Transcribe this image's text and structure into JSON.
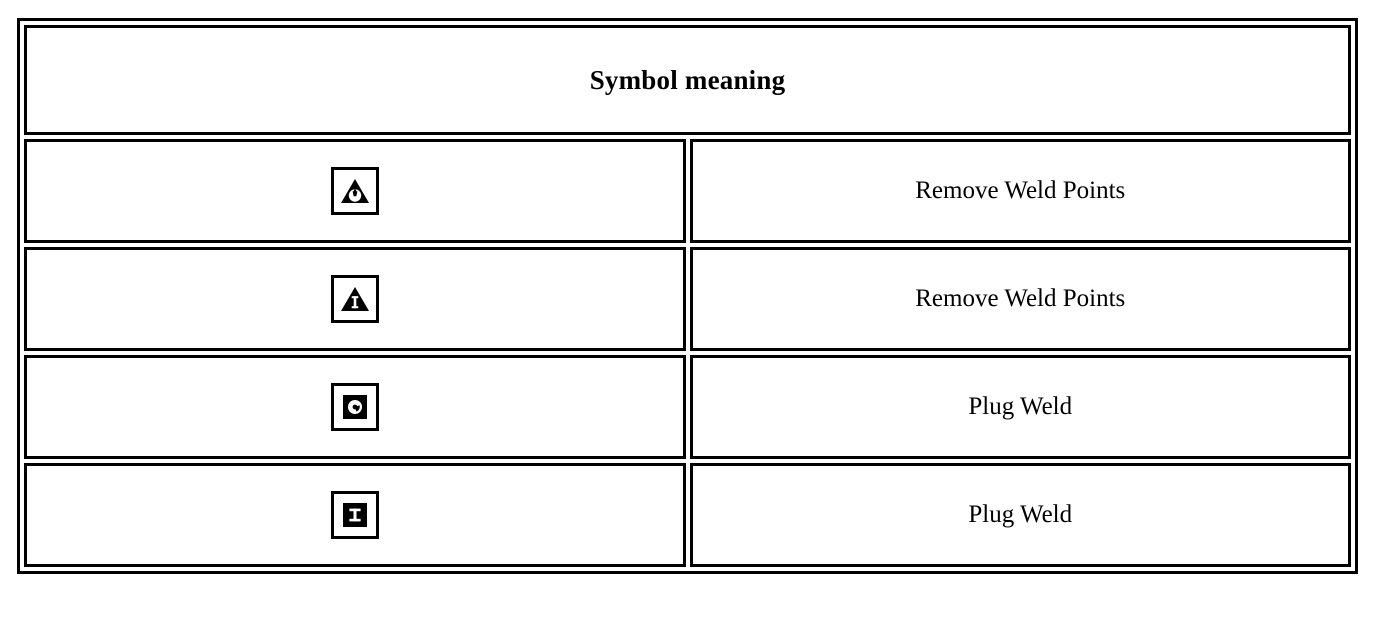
{
  "table": {
    "title": "Symbol meaning",
    "rows": [
      {
        "symbol_name": "triangle-with-circle-icon",
        "meaning": "Remove Weld Points"
      },
      {
        "symbol_name": "triangle-with-i-beam-icon",
        "meaning": "Remove Weld Points"
      },
      {
        "symbol_name": "square-with-circle-icon",
        "meaning": "Plug Weld"
      },
      {
        "symbol_name": "square-with-i-beam-icon",
        "meaning": "Plug Weld"
      }
    ]
  },
  "colors": {
    "ink": "#000000",
    "paper": "#ffffff"
  }
}
